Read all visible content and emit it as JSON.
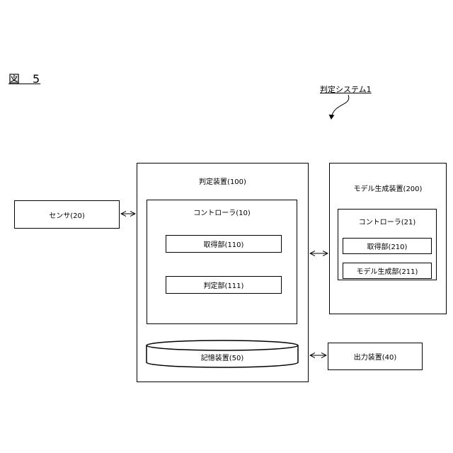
{
  "figure_label": "図　5",
  "system_label": "判定システム1",
  "sensor": {
    "label": "センサ(20)"
  },
  "judgment_device": {
    "title": "判定装置(100)",
    "controller": {
      "title": "コントローラ(10)",
      "units": [
        "取得部(110)",
        "判定部(111)"
      ]
    },
    "storage": "記憶装置(50)"
  },
  "model_device": {
    "title": "モデル生成装置(200)",
    "controller": {
      "title": "コントローラ(21)",
      "units": [
        "取得部(210)",
        "モデル生成部(211)"
      ]
    }
  },
  "output_device": {
    "label": "出力装置(40)"
  }
}
